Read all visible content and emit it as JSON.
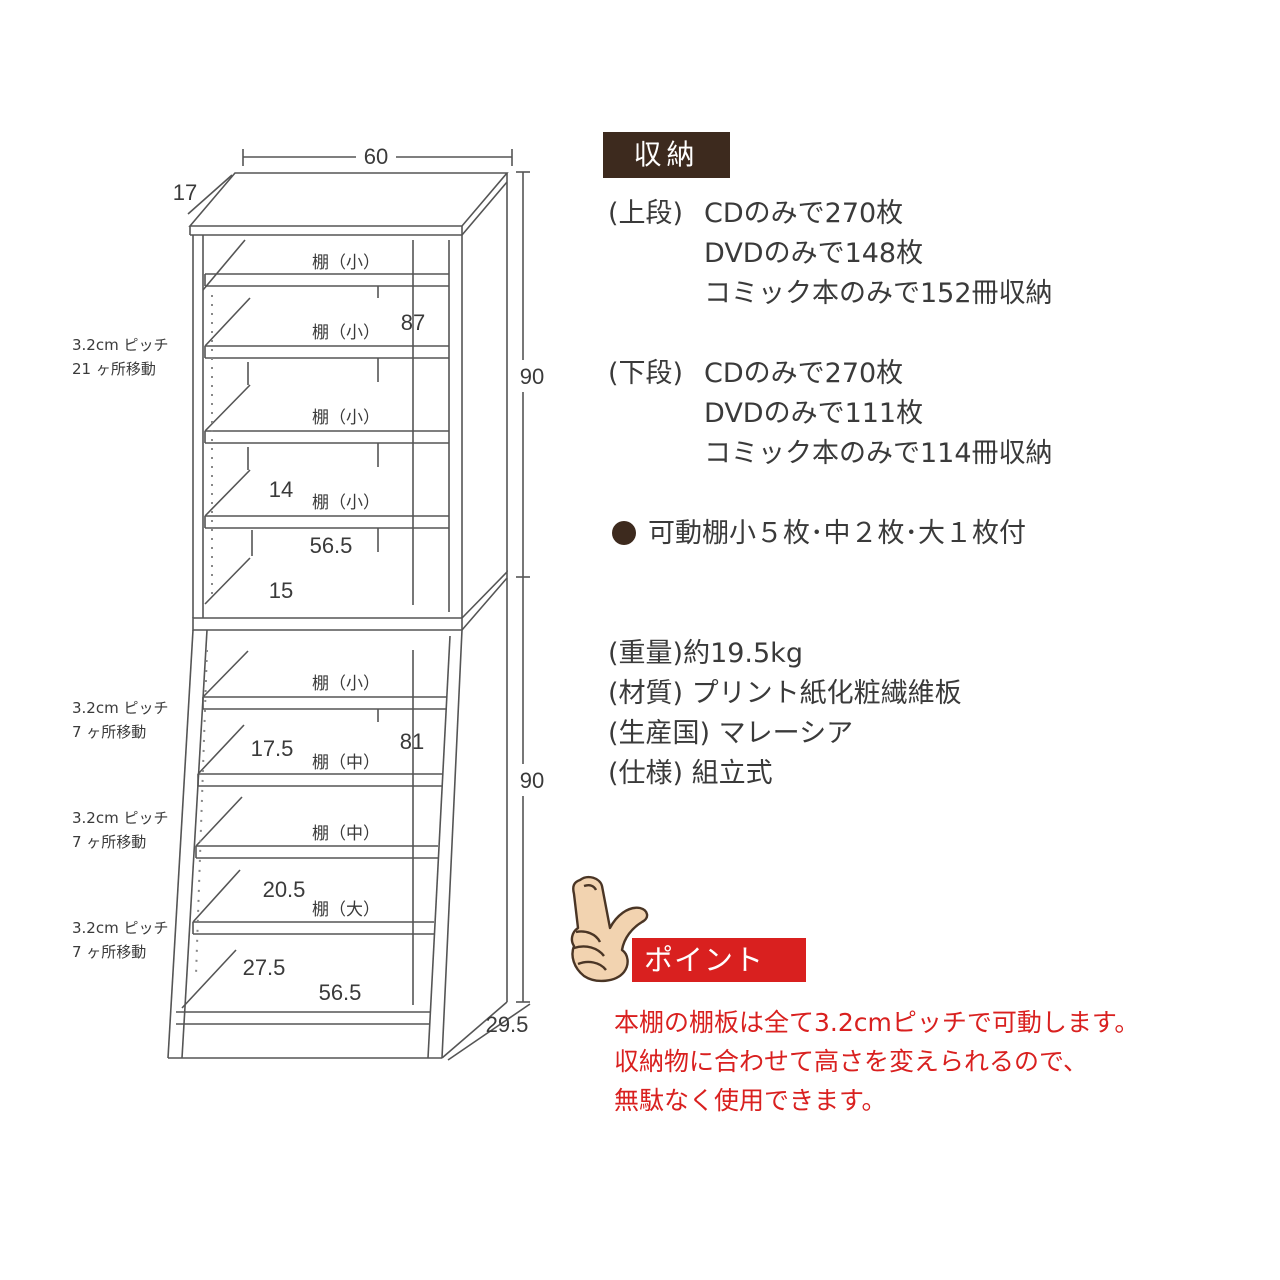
{
  "diagram": {
    "width_label": "60",
    "depth_top_label": "17",
    "upper_height_label": "90",
    "lower_height_label": "90",
    "depth_bottom_label": "29.5",
    "upper_inner_height_label": "87",
    "lower_inner_height_label": "81",
    "pitch_labels": [
      {
        "line1": "3.2cm ピッチ",
        "line2": "21 ヶ所移動"
      },
      {
        "line1": "3.2cm ピッチ",
        "line2": "7 ヶ所移動"
      },
      {
        "line1": "3.2cm ピッチ",
        "line2": "7 ヶ所移動"
      },
      {
        "line1": "3.2cm ピッチ",
        "line2": "7 ヶ所移動"
      }
    ],
    "shelf_labels": [
      "棚（小）",
      "棚（小）",
      "棚（小）",
      "棚（小）",
      "棚（小）",
      "棚（中）",
      "棚（中）",
      "棚（大）"
    ],
    "inner_dims": [
      "14",
      "56.5",
      "15",
      "17.5",
      "20.5",
      "27.5",
      "56.5"
    ]
  },
  "storage": {
    "heading": "収納",
    "upper_title": "(上段)",
    "upper_lines": [
      "CDのみで270枚",
      "DVDのみで148枚",
      "コミック本のみで152冊収納"
    ],
    "lower_title": "(下段)",
    "lower_lines": [
      "CDのみで270枚",
      "DVDのみで111枚",
      "コミック本のみで114冊収納"
    ],
    "shelves_note": "可動棚小５枚･中２枚･大１枚付"
  },
  "specs": [
    "(重量)約19.5kg",
    "(材質) プリント紙化粧繊維板",
    "(生産国) マレーシア",
    "(仕様) 組立式"
  ],
  "point": {
    "badge": "ポイント",
    "lines": [
      "本棚の棚板は全て3.2cmピッチで可動します。",
      "収納物に合わせて高さを変えられるので、",
      "無駄なく使用できます。"
    ]
  },
  "colors": {
    "heading_bg": "#3d2a1e",
    "accent_red": "#d9201f",
    "line_gray": "#555555",
    "text_dark": "#3a3a3a"
  },
  "icons": [
    "hand-pointing-icon"
  ]
}
